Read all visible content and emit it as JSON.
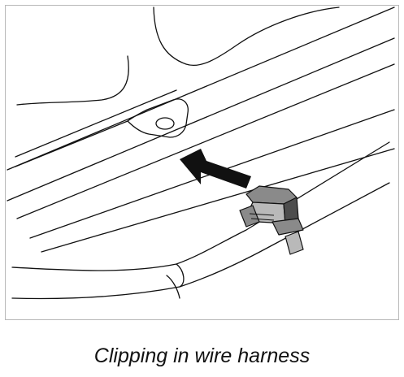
{
  "figure": {
    "caption": "Clipping in wire harness"
  },
  "diagram": {
    "parts": [
      "body-panel",
      "mounting-tab-with-hole",
      "push-direction-arrow",
      "wire-harness-clip",
      "wire-harness-tube"
    ],
    "colors": {
      "line": "#111111",
      "clip_fill": "#8a8a8a",
      "clip_dark": "#4d4d4d",
      "clip_light": "#b9b9b9",
      "arrow": "#111111",
      "frame": "#b8b8b8"
    }
  }
}
